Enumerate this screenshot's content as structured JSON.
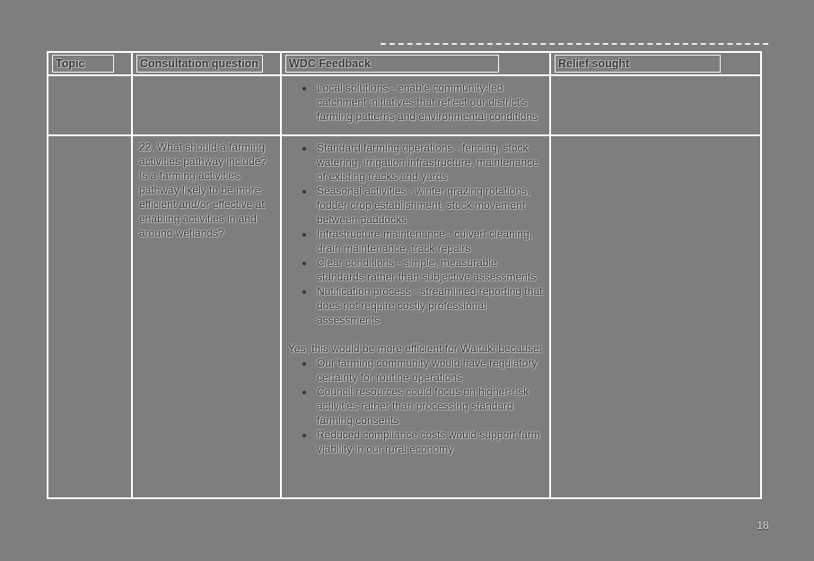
{
  "document": {
    "page_number": "18",
    "colors": {
      "page_background": "#7E7E7E",
      "table_border": "#FFFFFF",
      "text": "#383838",
      "text_halo": "#FFFFFF"
    },
    "table": {
      "headers": [
        "Topic",
        "Consultation question",
        "WDC Feedback",
        "Relief sought"
      ],
      "rows": [
        {
          "topic": "",
          "consultation_question": "",
          "wdc_feedback": {
            "bullets": [
              "Local solutions - enable community-led catchment initiatives that reflect our district's farming patterns and environmental conditions"
            ]
          },
          "relief_sought": ""
        },
        {
          "topic": "",
          "consultation_question": "22. What should a farming activities pathway include? Is a farming activities pathway likely to be more efficient and/or effective at enabling activities in and around wetlands?",
          "wdc_feedback": {
            "bullets": [
              "Standard farming operations - fencing, stock watering, irrigation infrastructure, maintenance of existing tracks and yards",
              "Seasonal activities - winter grazing rotations, fodder crop establishment, stock movement between paddocks",
              "Infrastructure maintenance - culvert cleaning, drain maintenance, track repairs",
              "Clear conditions - simple, measurable standards rather than subjective assessments",
              "Notification process - streamlined reporting that does not require costly professional assessments"
            ],
            "paragraph": "Yes, this would be more efficient for Waitaki because:",
            "sub_bullets": [
              "Our farming community would have regulatory certainty for routine operations",
              "Council resources could focus on higher-risk activities rather than processing standard farming consents",
              "Reduced compliance costs would support farm viability in our rural economy"
            ]
          },
          "relief_sought": ""
        }
      ]
    }
  }
}
